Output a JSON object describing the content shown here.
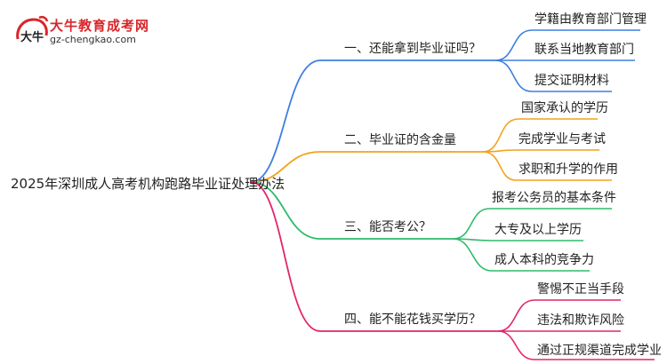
{
  "logo": {
    "title": "大牛教育成考网",
    "url": "gz-chengkao.com",
    "mark_text": "大牛"
  },
  "root": "2025年深圳成人高考机构跑路毕业证处理办法",
  "branches": [
    {
      "label": "一、还能拿到毕业证吗？",
      "color": "#3d7fe0",
      "leaves": [
        "学籍由教育部门管理",
        "联系当地教育部门",
        "提交证明材料"
      ]
    },
    {
      "label": "二、毕业证的含金量",
      "color": "#f2a21b",
      "leaves": [
        "国家承认的学历",
        "完成学业与考试",
        "求职和升学的作用"
      ]
    },
    {
      "label": "三、能否考公？",
      "color": "#2fbb6b",
      "leaves": [
        "报考公务员的基本条件",
        "大专及以上学历",
        "成人本科的竞争力"
      ]
    },
    {
      "label": "四、能不能花钱买学历？",
      "color": "#e2266b",
      "leaves": [
        "警惕不正当手段",
        "违法和欺诈风险",
        "通过正规渠道完成学业"
      ]
    }
  ]
}
